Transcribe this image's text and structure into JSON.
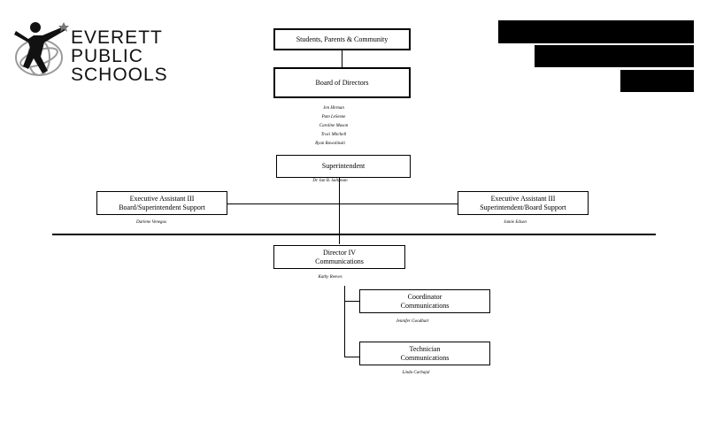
{
  "logo": {
    "lines": [
      "EVERETT",
      "PUBLIC",
      "SCHOOLS"
    ]
  },
  "nodes": {
    "community": {
      "title": "Students, Parents & Community"
    },
    "board": {
      "title": "Board of Directors",
      "members": [
        "Jen Hirman",
        "Pam LeSesne",
        "Caroline Mason",
        "Traci Mitchell",
        "Ryan Rawolinski"
      ]
    },
    "superintendent": {
      "title": "Superintendent",
      "person": "Dr. Ian B. Saltzman"
    },
    "ea_left": {
      "title_line1": "Executive Assistant III",
      "title_line2": "Board/Superintendent Support",
      "person": "Darlene Venegas"
    },
    "ea_right": {
      "title_line1": "Executive Assistant III",
      "title_line2": "Superintendent/Board Support",
      "person": "Jamie Edson"
    },
    "director": {
      "title_line1": "Director IV",
      "title_line2": "Communications",
      "person": "Kathy Reeves"
    },
    "coordinator": {
      "title_line1": "Coordinator",
      "title_line2": "Communications",
      "person": "Jennifer Goodhart"
    },
    "technician": {
      "title_line1": "Technician",
      "title_line2": "Communications",
      "person": "Linda Carbajal"
    }
  },
  "colors": {
    "line": "#000000",
    "redaction": "#000000",
    "logo": "#111111"
  }
}
